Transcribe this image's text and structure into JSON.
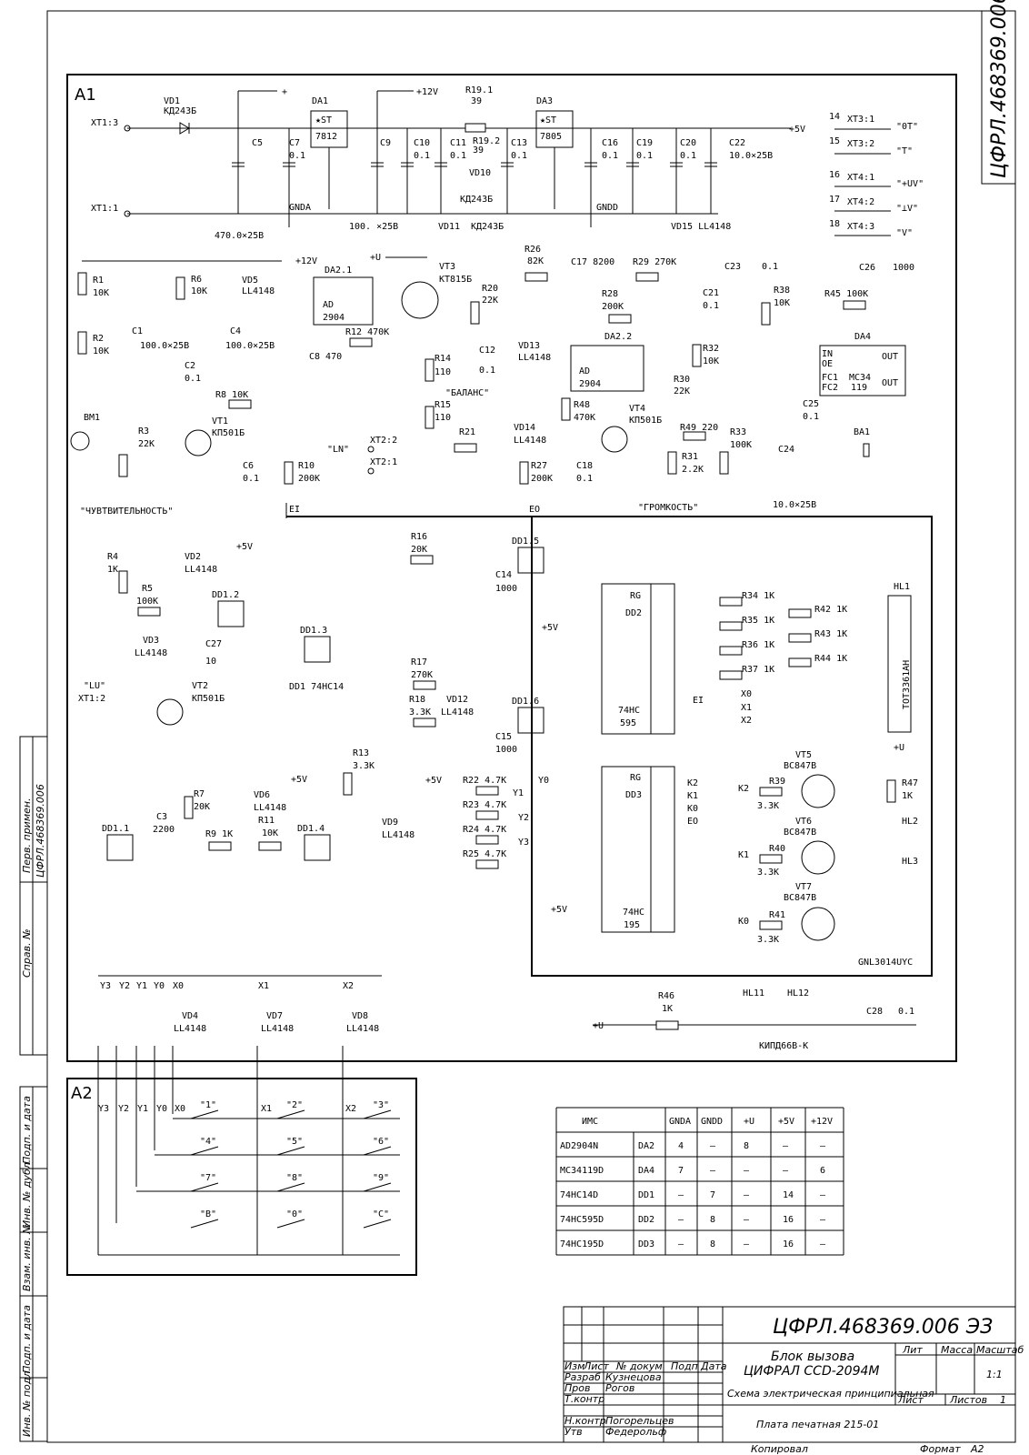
{
  "stamp": {
    "doc_code": "ЦФРЛ.468369.006 ЭЗ",
    "title_line1": "Блок вызова",
    "title_line2": "ЦИФРАЛ CCD-2094M",
    "title_line3": "Схема электрическая принципиальная",
    "pcb_note": "Плата печатная 215-01",
    "hdr_izm": "Изм",
    "hdr_list": "Лист",
    "hdr_doc": "№ докум",
    "hdr_podp": "Подп",
    "hdr_data": "Дата",
    "row_razrab": "Разраб",
    "row_prov": "Пров",
    "row_tkontr": "Т.контр",
    "row_nkontr": "Н.контр",
    "row_utv": "Утв",
    "name_razrab": "Кузнецова",
    "name_prov": "Рогов",
    "name_nkontr": "Погорельцев",
    "name_utv": "Федерольф",
    "lit": "Лит",
    "massa": "Масса",
    "masshtab": "Масштаб",
    "scale": "1:1",
    "list": "Лист",
    "listov": "Листов",
    "listov_val": "1",
    "kopiroval": "Копировал",
    "format": "Формат",
    "format_val": "A2"
  },
  "margin": {
    "perv_primen": "Перв. примен.",
    "perv_code": "ЦФРЛ.468369.006",
    "sprav": "Справ. №",
    "podp_data1": "Подп. и дата",
    "inv_dubl": "Инв. № дубл.",
    "vzam_inv": "Взам. инв. №",
    "podp_data2": "Подп. и дата",
    "inv_podl": "Инв. № подл."
  },
  "blocks": {
    "a1": "A1",
    "a2": "A2"
  },
  "components": {
    "vd1": "VD1",
    "vd1_t": "КД243Б",
    "da1": "DA1",
    "da1_t": "7812",
    "da3": "DA3",
    "da3_t": "7805",
    "st": "★ST",
    "r19_1": "R19.1",
    "r19_1v": "39",
    "r19_2": "R19.2",
    "r19_2v": "39",
    "c5": "C5",
    "c5v": "470.0×25В",
    "c7": "C7",
    "c9": "C9",
    "c9v": "100. ×25В",
    "c10": "C10",
    "c11": "C11",
    "c13": "C13",
    "c16": "C16",
    "c19": "C19",
    "c20": "C20",
    "c22": "C22",
    "c22v": "10.0×25В",
    "v01": "0.1",
    "vd10": "VD10",
    "vd11": "VD11",
    "kd": "КД243Б",
    "gnda": "GNDA",
    "gndd": "GNDD",
    "xt1_3": "XT1:3",
    "xt1_1": "XT1:1",
    "p12v": "+12V",
    "p5v": "+5V",
    "pU": "+U",
    "plus": "+",
    "xt3_1": "XT3:1",
    "xt3_2": "XT3:2",
    "xt4_1": "XT4:1",
    "xt4_2": "XT4:2",
    "xt4_3": "XT4:3",
    "s0t": "\"0T\"",
    "st2": "\"T\"",
    "suv": "\"+UV\"",
    "slv": "\"⊥V\"",
    "sv": "\"V\"",
    "n14": "14",
    "n15": "15",
    "n16": "16",
    "n17": "17",
    "n18": "18",
    "vd15": "VD15 LL4148",
    "r1": "R1",
    "r2": "R2",
    "r6": "R6",
    "k10": "10K",
    "vd5": "VD5",
    "ll": "LL4148",
    "c1": "C1",
    "c4": "C4",
    "c100": "100.0×25В",
    "c2": "C2",
    "r8": "R8 10K",
    "bm1": "BM1",
    "r3": "R3",
    "r3v": "22K",
    "vt1": "VT1",
    "kp": "КП501Б",
    "c6": "C6",
    "r10": "R10",
    "r10v": "200K",
    "sens": "\"ЧУВТВИТЕЛЬНОСТЬ\"",
    "ei": "EI",
    "eo": "EO",
    "da2_1": "DA2.1",
    "ad": "AD",
    "n2904": "2904",
    "r12": "R12 470K",
    "c8": "C8 470",
    "vt3": "VT3",
    "kt": "КТ815Б",
    "r20": "R20",
    "r20v": "22K",
    "c12": "C12",
    "r14": "R14",
    "r14v": "110",
    "r15": "R15",
    "r15v": "110",
    "bal": "\"БАЛАНС\"",
    "r21": "R21",
    "ln": "\"LN\"",
    "xt2_2": "XT2:2",
    "xt2_1": "XT2:1",
    "vd13": "VD13",
    "vd14": "VD14",
    "r26": "R26",
    "r26v": "82K",
    "c17": "C17 8200",
    "r29": "R29 270K",
    "r28": "R28",
    "r28v": "200K",
    "da2_2": "DA2.2",
    "r48": "R48",
    "r48v": "470K",
    "vt4": "VT4",
    "kp2": "КП501Б",
    "r27": "R27",
    "r27v": "200K",
    "c18": "C18",
    "vol": "\"ГРОМКОСТЬ\"",
    "c23": "C23",
    "c21": "C21",
    "r38": "R38",
    "r38v": "10K",
    "r45": "R45 100K",
    "c26": "C26",
    "c26v": "1000",
    "r32": "R32",
    "r32v": "10K",
    "r30": "R30",
    "r30v": "22K",
    "r49": "R49 220",
    "r31": "R31",
    "r31v": "2.2K",
    "r33": "R33",
    "r33v": "100K",
    "da4": "DA4",
    "mc": "MC34",
    "mc2": "119",
    "c25": "C25",
    "c24": "C24",
    "c24v": "10.0×25В",
    "ba1": "BA1",
    "in": "IN",
    "oe": "OE",
    "fc1": "FC1",
    "fc2": "FC2",
    "out": "OUT",
    "r4": "R4",
    "r4v": "1K",
    "vd2": "VD2",
    "r5": "R5",
    "r5v": "100K",
    "vd3": "VD3",
    "c27": "C27",
    "c27v": "10",
    "dd1_2": "DD1.2",
    "dd1_3": "DD1.3",
    "dd1_1": "DD1.1",
    "dd1_4": "DD1.4",
    "dd1_5": "DD1.5",
    "dd1_6": "DD1.6",
    "dd1n": "DD1 74HC14",
    "lu": "\"LU\"",
    "xt1_2": "XT1:2",
    "vt2": "VT2",
    "r13": "R13",
    "r13v": "3.3K",
    "c3": "C3",
    "c3v": "2200",
    "r7": "R7",
    "r7v": "20K",
    "r9": "R9 1K",
    "vd6": "VD6",
    "r11": "R11",
    "r11v": "10K",
    "vd9": "VD9",
    "r16": "R16",
    "r16v": "20K",
    "c14": "C14",
    "c14v": "1000",
    "r17": "R17",
    "r17v": "270K",
    "r18": "R18",
    "r18v": "3.3K",
    "vd12": "VD12",
    "c15": "C15",
    "c15v": "1000",
    "rg": "RG",
    "dd2": "DD2",
    "dd3": "DD3",
    "hc595": "74HC",
    "hc595b": "595",
    "hc195": "74HC",
    "hc195b": "195",
    "r22": "R22 4.7K",
    "r23": "R23 4.7K",
    "r24": "R24 4.7K",
    "r25": "R25 4.7K",
    "r34": "R34 1K",
    "r35": "R35 1K",
    "r36": "R36 1K",
    "r37": "R37 1K",
    "r42": "R42 1K",
    "r43": "R43 1K",
    "r44": "R44 1K",
    "hl1": "HL1",
    "tot": "TOT3361AH",
    "r39": "R39",
    "r40": "R40",
    "r41": "R41",
    "k33": "3.3K",
    "vt5": "VT5",
    "vt6": "VT6",
    "vt7": "VT7",
    "bc": "BC847B",
    "r47": "R47",
    "r47v": "1K",
    "hl2": "HL2",
    "hl3": "HL3",
    "gnl": "GNL3014UYC",
    "k2": "K2",
    "k1": "K1",
    "k0": "K0",
    "vd4": "VD4",
    "vd7": "VD7",
    "vd8": "VD8",
    "r46": "R46",
    "r46v": "1K",
    "hl11": "HL11",
    "hl12": "HL12",
    "kipd": "КИПД66В-К",
    "c28": "C28",
    "y0": "Y0",
    "y1": "Y1",
    "y2": "Y2",
    "y3": "Y3",
    "x0": "X0",
    "x1": "X1",
    "x2": "X2"
  },
  "keypad": {
    "keys": [
      "\"1\"",
      "\"2\"",
      "\"3\"",
      "\"4\"",
      "\"5\"",
      "\"6\"",
      "\"7\"",
      "\"8\"",
      "\"9\"",
      "\"B\"",
      "\"0\"",
      "\"C\""
    ]
  },
  "power_table": {
    "headers": [
      "ИМС",
      "",
      "GNDA",
      "GNDD",
      "+U",
      "+5V",
      "+12V"
    ],
    "rows": [
      [
        "AD2904N",
        "DA2",
        "4",
        "–",
        "8",
        "–",
        "–"
      ],
      [
        "MC34119D",
        "DA4",
        "7",
        "–",
        "–",
        "–",
        "6"
      ],
      [
        "74HC14D",
        "DD1",
        "–",
        "7",
        "–",
        "14",
        "–"
      ],
      [
        "74HC595D",
        "DD2",
        "–",
        "8",
        "–",
        "16",
        "–"
      ],
      [
        "74HC195D",
        "DD3",
        "–",
        "8",
        "–",
        "16",
        "–"
      ]
    ]
  }
}
